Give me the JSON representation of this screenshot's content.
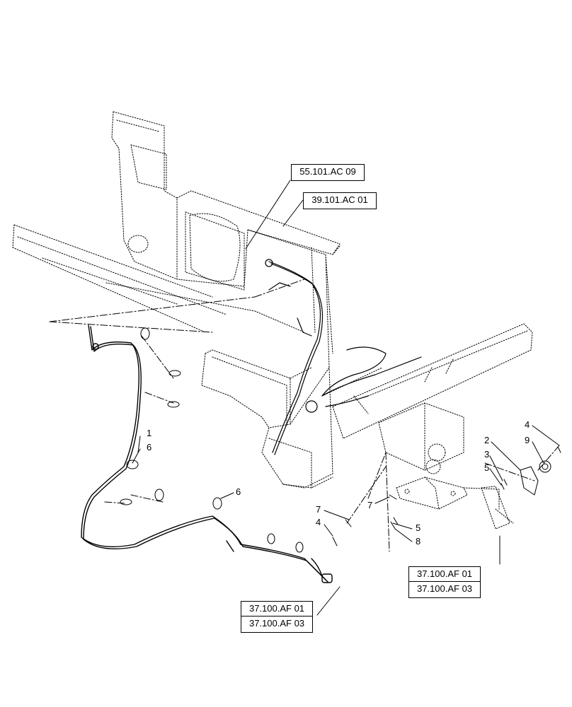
{
  "references": {
    "ac09": "55.101.AC 09",
    "ac01": "39.101.AC 01",
    "af_right_1": "37.100.AF 01",
    "af_right_2": "37.100.AF 03",
    "af_left_1": "37.100.AF 01",
    "af_left_2": "37.100.AF 03"
  },
  "callouts": {
    "c1": "1",
    "c6a": "6",
    "c6b": "6",
    "c7a": "7",
    "c4a": "4",
    "c7b": "7",
    "c5a": "5",
    "c8": "8",
    "c2": "2",
    "c3": "3",
    "c5b": "5",
    "c4b": "4",
    "c9": "9"
  }
}
